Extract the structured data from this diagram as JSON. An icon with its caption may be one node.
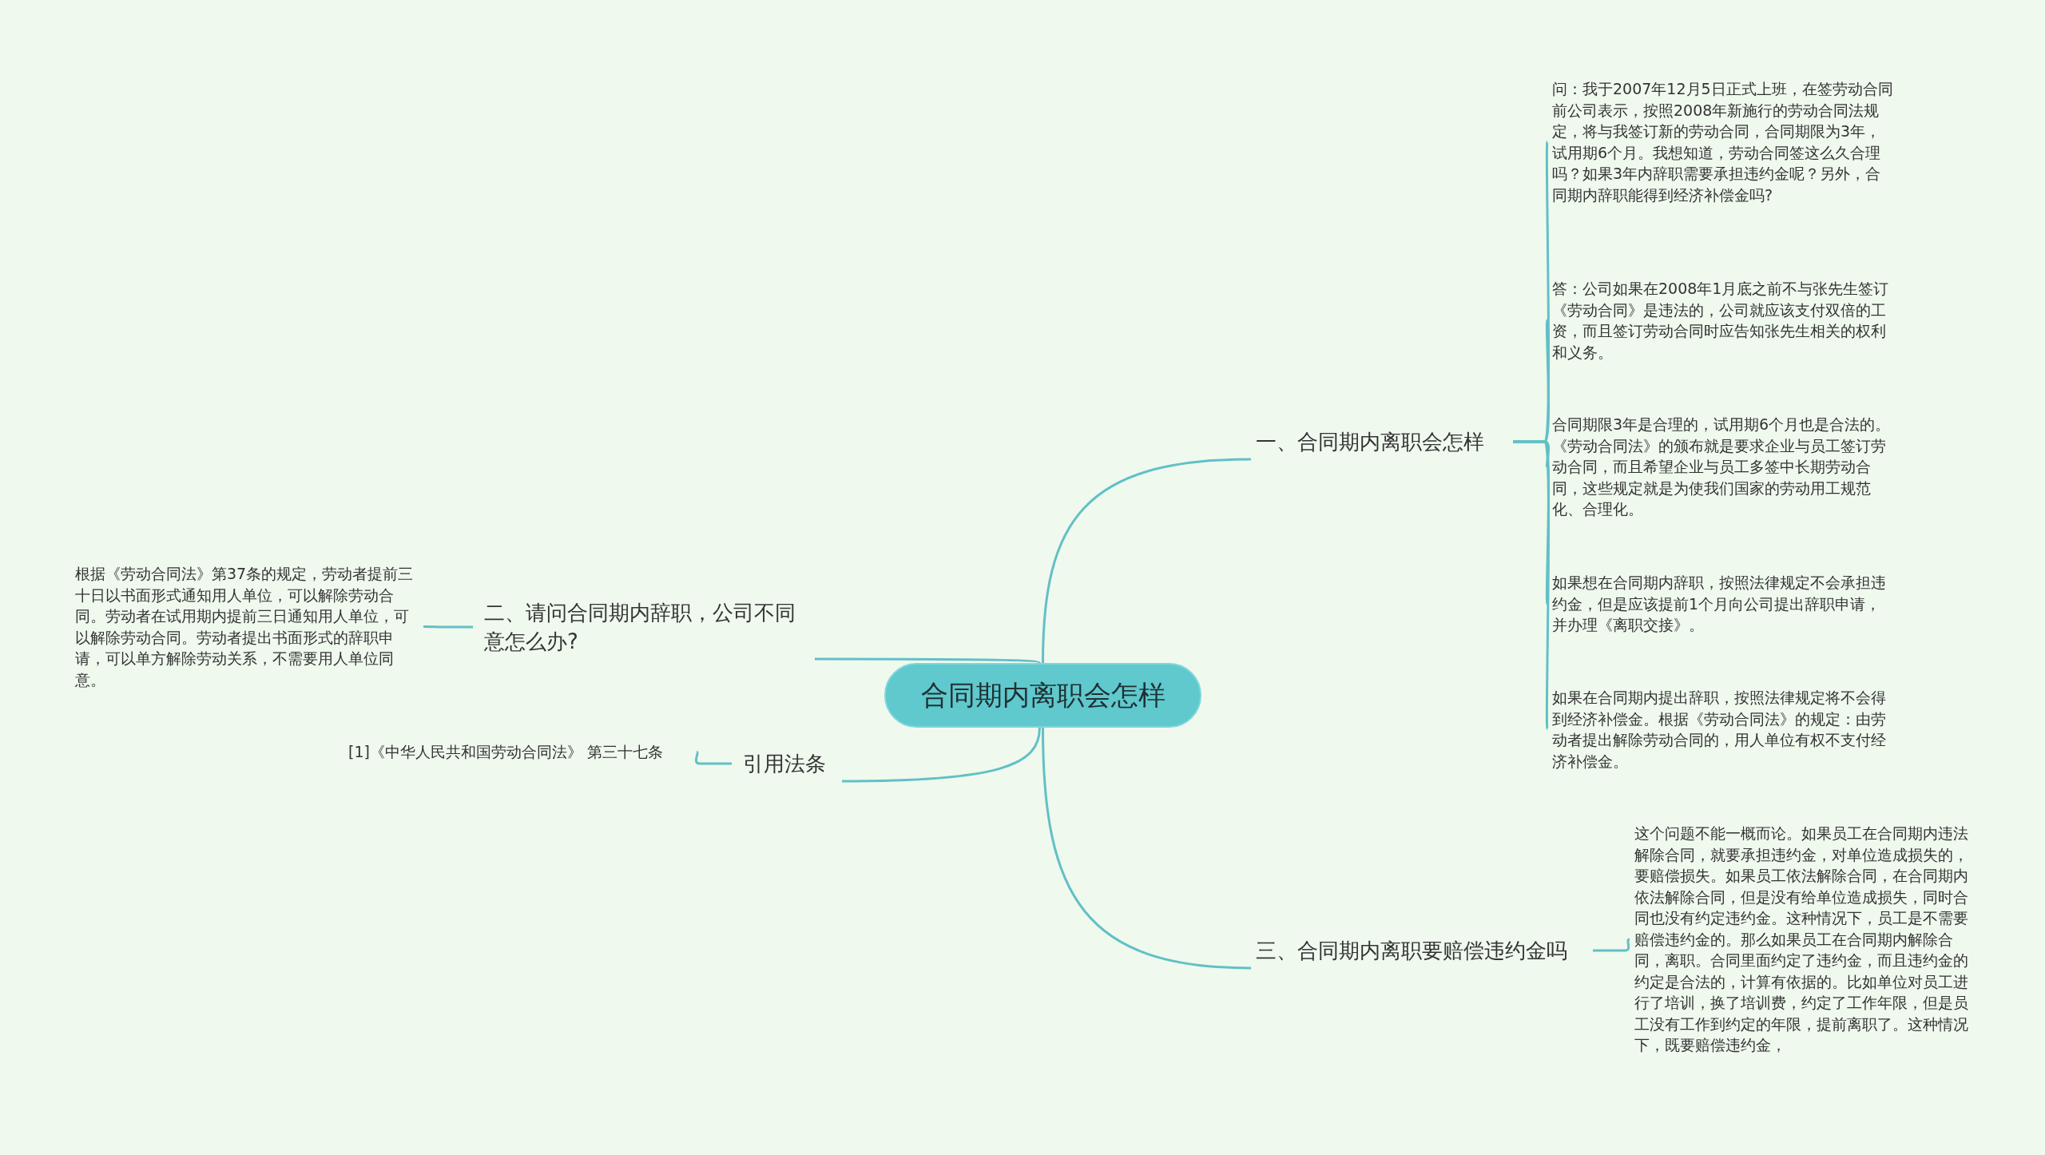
{
  "diagram": {
    "nodes": [
      {
        "text": [
          "合同期内离职会怎样"
        ]
      },
      {
        "text": [
          "一、合同期内离职会怎样"
        ]
      },
      {
        "text": [
          "问：我于2007年12月5日正式上班，在签劳动合同前公司表示，按照2008年新施行的劳动合同法规定，将与我签订新的劳动合同，合同期限为3年，试用期6个月。我想知道，劳动合同签这么久合理吗？如果3年内辞职需要承担违约金呢？另外，合同期内辞职能得到经济补偿金吗?"
        ]
      },
      {
        "text": [
          "答：公司如果在2008年1月底之前不与张先生签订《劳动合同》是违法的，公司就应该支付双倍的工资，而且签订劳动合同时应告知张先生相关的权利和义务。"
        ]
      },
      {
        "text": [
          "合同期限3年是合理的，试用期6个月也是合法的。《劳动合同法》的颁布就是要求企业与员工签订劳动合同，而且希望企业与员工多签中长期劳动合同，这些规定就是为使我们国家的劳动用工规范化、合理化。"
        ]
      },
      {
        "text": [
          "如果想在合同期内辞职，按照法律规定不会承担违约金，但是应该提前1个月向公司提出辞职申请，并办理《离职交接》。"
        ]
      },
      {
        "text": [
          "如果在合同期内提出辞职，按照法律规定将不会得到经济补偿金。根据《劳动合同法》的规定：由劳动者提出解除劳动合同的，用人单位有权不支付经济补偿金。"
        ]
      },
      {
        "text": [
          "三、合同期内离职要赔偿违约金吗"
        ]
      },
      {
        "text": [
          "这个问题不能一概而论。如果员工在合同期内违法解除合同，就要承担违约金，对单位造成损失的，要赔偿损失。如果员工依法解除合同，在合同期内依法解除合同，但是没有给单位造成损失，同时合同也没有约定违约金。这种情况下，员工是不需要赔偿违约金的。那么如果员工在合同期内解除合同，离职。合同里面约定了违约金，而且违约金的约定是合法的，计算有依据的。比如单位对员工进行了培训，换了培训费，约定了工作年限，但是员工没有工作到约定的年限，提前离职了。这种情况下，既要赔偿违约金，"
        ]
      },
      {
        "text": [
          "二、请问合同期内辞职，公司不同意怎么办?"
        ]
      },
      {
        "text": [
          "根据《劳动合同法》第37条的规定，劳动者提前三十日以书面形式通知用人单位，可以解除劳动合同。劳动者在试用期内提前三日通知用人单位，可以解除劳动合同。劳动者提出书面形式的辞职申请，可以单方解除劳动关系，不需要用人单位同意。"
        ]
      },
      {
        "text": [
          "引用法条"
        ]
      },
      {
        "text": [
          "[1]《中华人民共和国劳动合同法》 第三十七条"
        ]
      }
    ],
    "edges": [
      {
        "from": 0,
        "to": 1,
        "arrow": "none"
      },
      {
        "from": 1,
        "to": 2,
        "arrow": "none"
      },
      {
        "from": 1,
        "to": 3,
        "arrow": "none"
      },
      {
        "from": 1,
        "to": 4,
        "arrow": "none"
      },
      {
        "from": 1,
        "to": 5,
        "arrow": "none"
      },
      {
        "from": 1,
        "to": 6,
        "arrow": "none"
      },
      {
        "from": 0,
        "to": 7,
        "arrow": "none"
      },
      {
        "from": 7,
        "to": 8,
        "arrow": "none"
      },
      {
        "from": 0,
        "to": 9,
        "arrow": "none"
      },
      {
        "from": 9,
        "to": 10,
        "arrow": "none"
      },
      {
        "from": 0,
        "to": 11,
        "arrow": "none"
      },
      {
        "from": 11,
        "to": 12,
        "arrow": "none"
      }
    ]
  }
}
